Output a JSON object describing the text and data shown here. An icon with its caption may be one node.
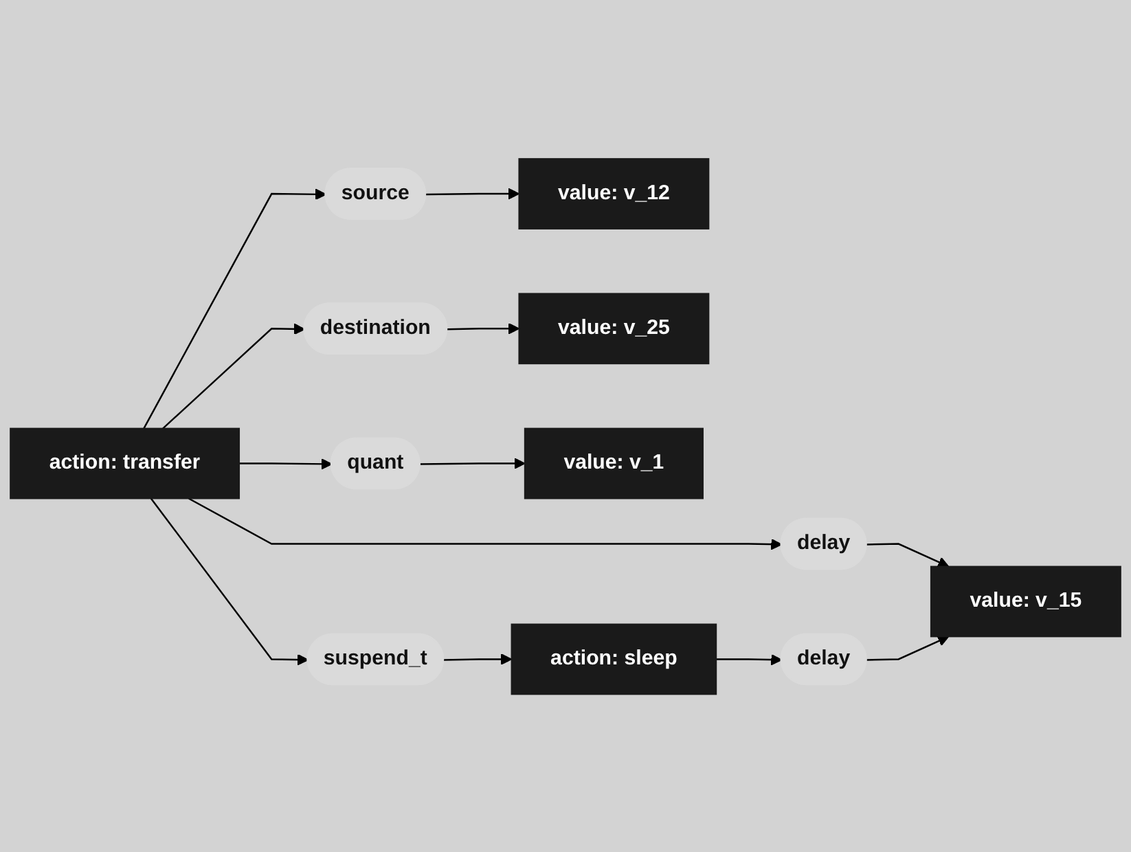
{
  "diagram": {
    "nodes": [
      {
        "text": [
          "source"
        ]
      },
      {
        "text": [
          "value: v_12"
        ]
      },
      {
        "text": [
          "action: transfer"
        ]
      },
      {
        "text": [
          "destination"
        ]
      },
      {
        "text": [
          "value: v_25"
        ]
      },
      {
        "text": [
          "quant"
        ]
      },
      {
        "text": [
          "delay"
        ]
      },
      {
        "text": [
          "value: v_1"
        ]
      },
      {
        "text": [
          "suspend_t"
        ]
      },
      {
        "text": [
          "value: v_15"
        ]
      },
      {
        "text": [
          "action: sleep"
        ]
      },
      {
        "text": [
          "delay"
        ]
      }
    ],
    "edges": [
      {
        "from": 2,
        "to": 0,
        "arrow": "to"
      },
      {
        "from": 0,
        "to": 1,
        "arrow": "to"
      },
      {
        "from": 2,
        "to": 3,
        "arrow": "to"
      },
      {
        "from": 3,
        "to": 4,
        "arrow": "to"
      },
      {
        "from": 2,
        "to": 5,
        "arrow": "to"
      },
      {
        "from": 5,
        "to": 7,
        "arrow": "to"
      },
      {
        "from": 2,
        "to": 6,
        "arrow": "to"
      },
      {
        "from": 6,
        "to": 9,
        "arrow": "to"
      },
      {
        "from": 2,
        "to": 8,
        "arrow": "to"
      },
      {
        "from": 8,
        "to": 10,
        "arrow": "to"
      },
      {
        "from": 10,
        "to": 11,
        "arrow": "to"
      },
      {
        "from": 11,
        "to": 9,
        "arrow": "to"
      }
    ]
  }
}
